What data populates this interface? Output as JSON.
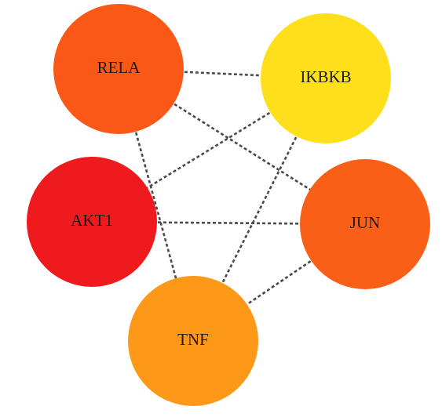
{
  "network": {
    "nodes": [
      {
        "id": "RELA",
        "label": "RELA",
        "color": "#FA5816"
      },
      {
        "id": "IKBKB",
        "label": "IKBKB",
        "color": "#FDE01B"
      },
      {
        "id": "AKT1",
        "label": "AKT1",
        "color": "#EE1A1E"
      },
      {
        "id": "JUN",
        "label": "JUN",
        "color": "#FA5F18"
      },
      {
        "id": "TNF",
        "label": "TNF",
        "color": "#FD9818"
      }
    ],
    "edges": [
      {
        "source": "RELA",
        "target": "IKBKB"
      },
      {
        "source": "RELA",
        "target": "JUN"
      },
      {
        "source": "RELA",
        "target": "TNF"
      },
      {
        "source": "IKBKB",
        "target": "AKT1"
      },
      {
        "source": "IKBKB",
        "target": "TNF"
      },
      {
        "source": "AKT1",
        "target": "JUN"
      },
      {
        "source": "JUN",
        "target": "TNF"
      }
    ],
    "edge_style": "dashed",
    "edge_color": "#4a4a4a"
  }
}
